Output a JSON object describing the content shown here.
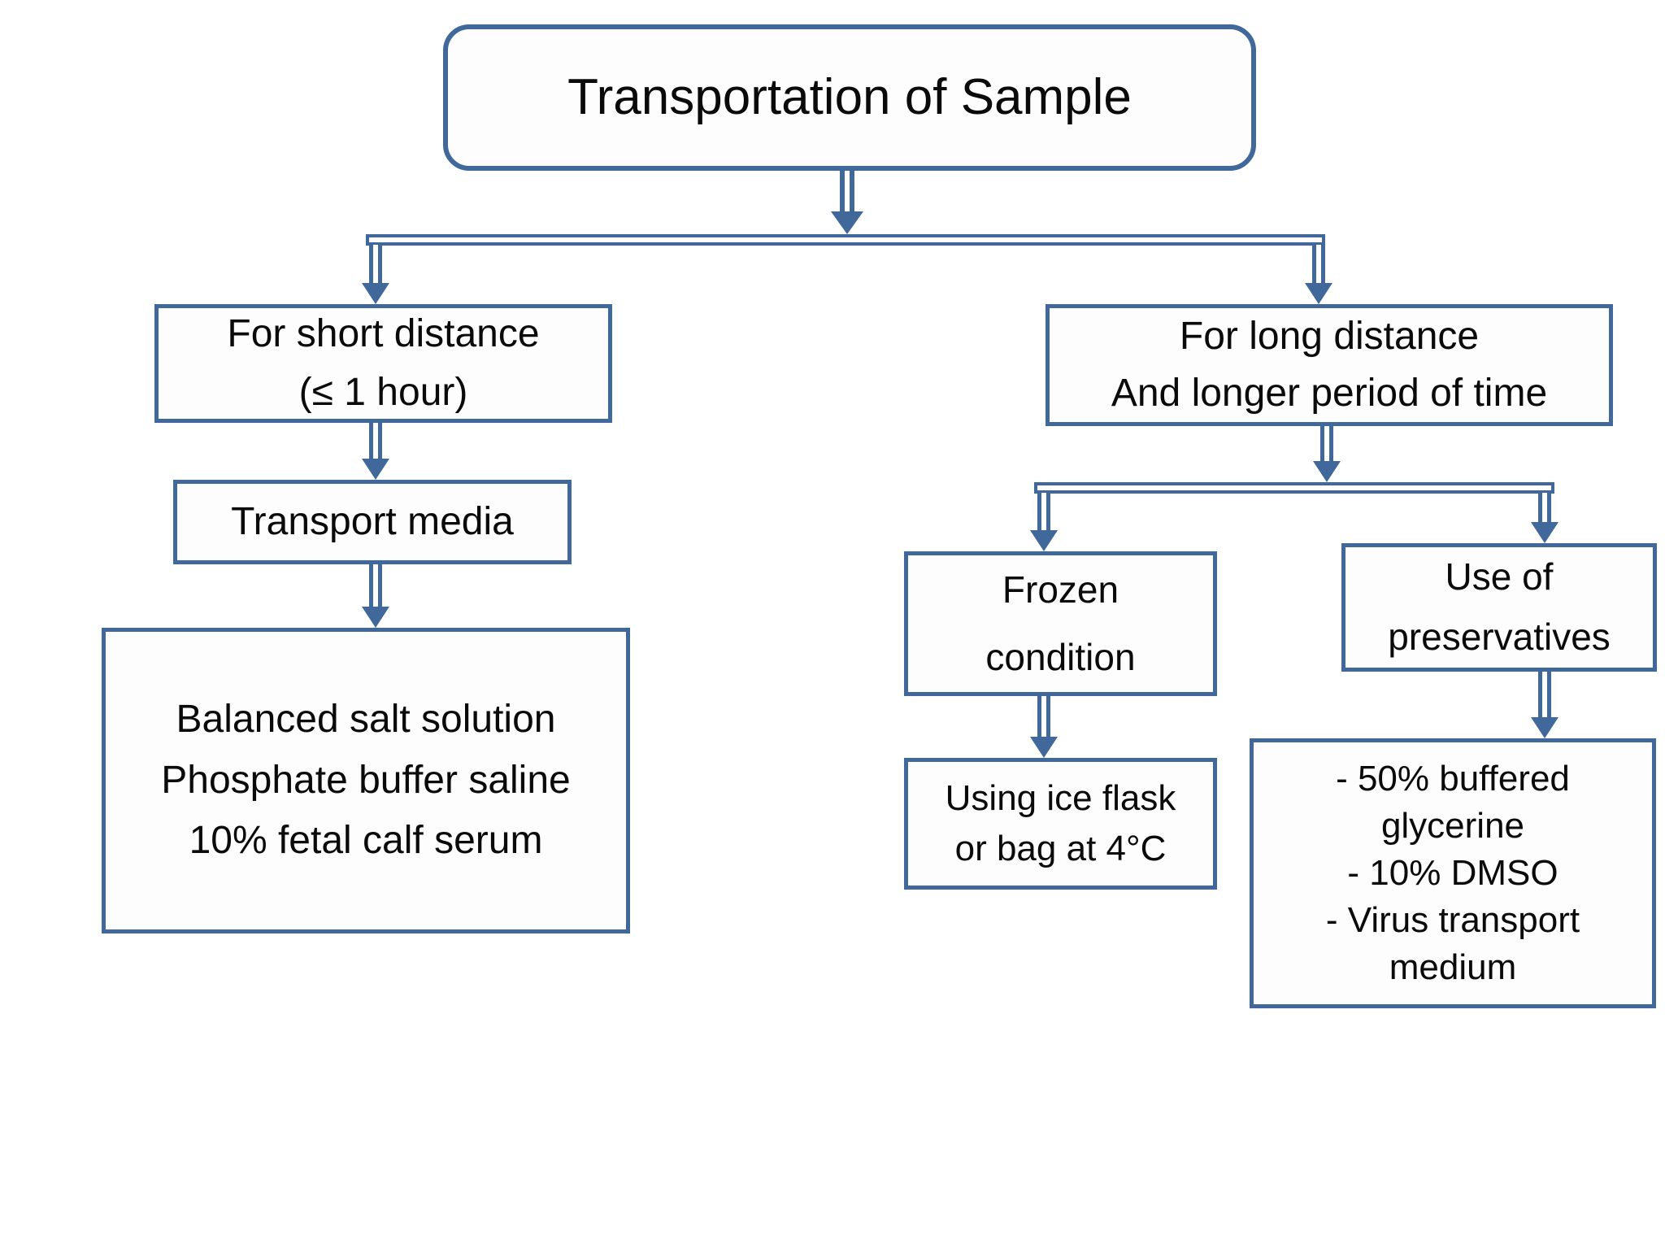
{
  "colors": {
    "line": "#41689B",
    "box_fill": "#FDFDFE",
    "text": "#0A0A0A"
  },
  "diagram": {
    "title": "Transportation of Sample",
    "nodes": {
      "short_distance": "For short distance\n(≤ 1 hour)",
      "transport_media": "Transport media",
      "transport_media_detail": "Balanced salt solution\nPhosphate buffer saline\n10% fetal calf serum",
      "long_distance": "For long distance\nAnd longer period of time",
      "frozen": "Frozen\ncondition",
      "frozen_detail": "Using ice flask\nor bag at 4°C",
      "preservatives": "Use of\npreservatives",
      "preservatives_detail": "- 50% buffered\nglycerine\n- 10% DMSO\n- Virus transport\nmedium"
    }
  }
}
